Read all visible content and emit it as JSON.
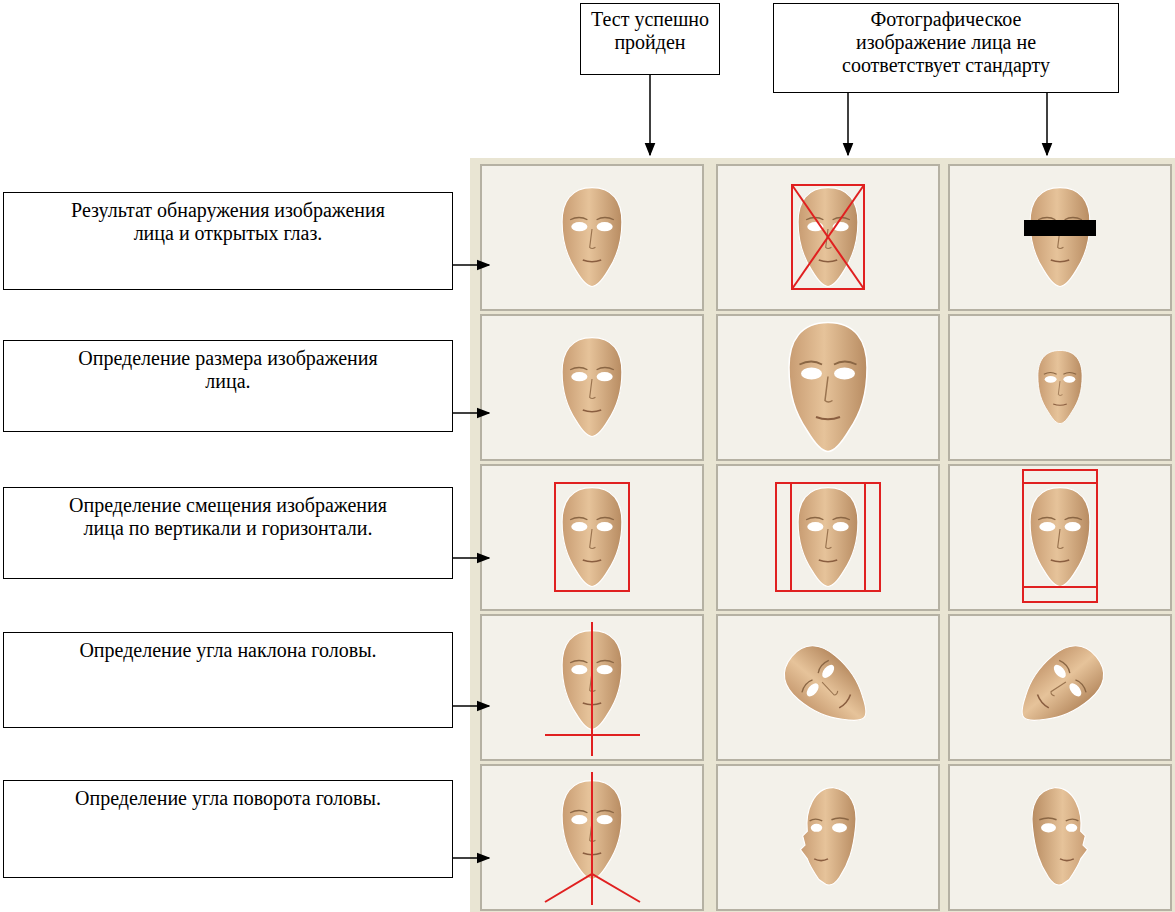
{
  "diagram": {
    "nodes": [
      {
        "text": [
          "Тест успешно пройден"
        ]
      },
      {
        "text": [
          "Фотографическое изображение лица не соответствует стандарту"
        ]
      },
      {
        "text": [
          "Результат обнаружения изображения лица и открытых глаз."
        ]
      },
      {
        "text": [
          "Определение размера изображения лица."
        ]
      },
      {
        "text": [
          "Определение смещения изображения лица по вертикали и горизонтали."
        ]
      },
      {
        "text": [
          "Определение угла наклона головы."
        ]
      },
      {
        "text": [
          "Определение угла поворота головы."
        ]
      }
    ]
  }
}
